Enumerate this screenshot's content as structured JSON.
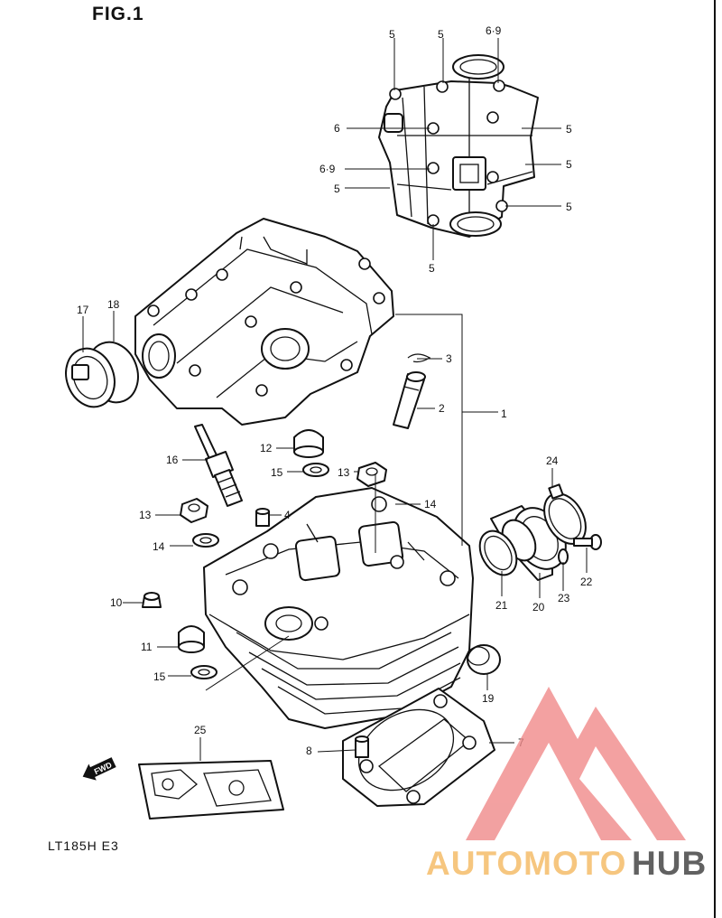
{
  "figure": {
    "title": "FIG.1",
    "model_code": "LT185H E3"
  },
  "direction_badge": {
    "text": "FWD"
  },
  "callouts": [
    {
      "id": "c-top-5a",
      "text": "5"
    },
    {
      "id": "c-top-5b",
      "text": "5"
    },
    {
      "id": "c-top-69a",
      "text": "6·9"
    },
    {
      "id": "c-left-6",
      "text": "6"
    },
    {
      "id": "c-left-69",
      "text": "6·9"
    },
    {
      "id": "c-left-5",
      "text": "5"
    },
    {
      "id": "c-right-5a",
      "text": "5"
    },
    {
      "id": "c-right-5b",
      "text": "5"
    },
    {
      "id": "c-right-5c",
      "text": "5"
    },
    {
      "id": "c-bottom-5",
      "text": "5"
    },
    {
      "id": "c-17",
      "text": "17"
    },
    {
      "id": "c-18",
      "text": "18"
    },
    {
      "id": "c-3",
      "text": "3"
    },
    {
      "id": "c-2",
      "text": "2"
    },
    {
      "id": "c-1",
      "text": "1"
    },
    {
      "id": "c-12",
      "text": "12"
    },
    {
      "id": "c-16",
      "text": "16"
    },
    {
      "id": "c-15a",
      "text": "15"
    },
    {
      "id": "c-13a",
      "text": "13"
    },
    {
      "id": "c-14a",
      "text": "14"
    },
    {
      "id": "c-13b",
      "text": "13"
    },
    {
      "id": "c-4",
      "text": "4"
    },
    {
      "id": "c-14b",
      "text": "14"
    },
    {
      "id": "c-24",
      "text": "24"
    },
    {
      "id": "c-10",
      "text": "10"
    },
    {
      "id": "c-21",
      "text": "21"
    },
    {
      "id": "c-20",
      "text": "20"
    },
    {
      "id": "c-23",
      "text": "23"
    },
    {
      "id": "c-22",
      "text": "22"
    },
    {
      "id": "c-11",
      "text": "11"
    },
    {
      "id": "c-15b",
      "text": "15"
    },
    {
      "id": "c-19",
      "text": "19"
    },
    {
      "id": "c-25",
      "text": "25"
    },
    {
      "id": "c-8",
      "text": "8"
    },
    {
      "id": "c-7",
      "text": "7"
    }
  ],
  "watermark": {
    "word_part1": "AUTOMOTO",
    "word_part2": "HUB",
    "color_primary": "#f08a8a",
    "color_secondary": "#f4b860",
    "color_dark": "#3a3a3a"
  }
}
